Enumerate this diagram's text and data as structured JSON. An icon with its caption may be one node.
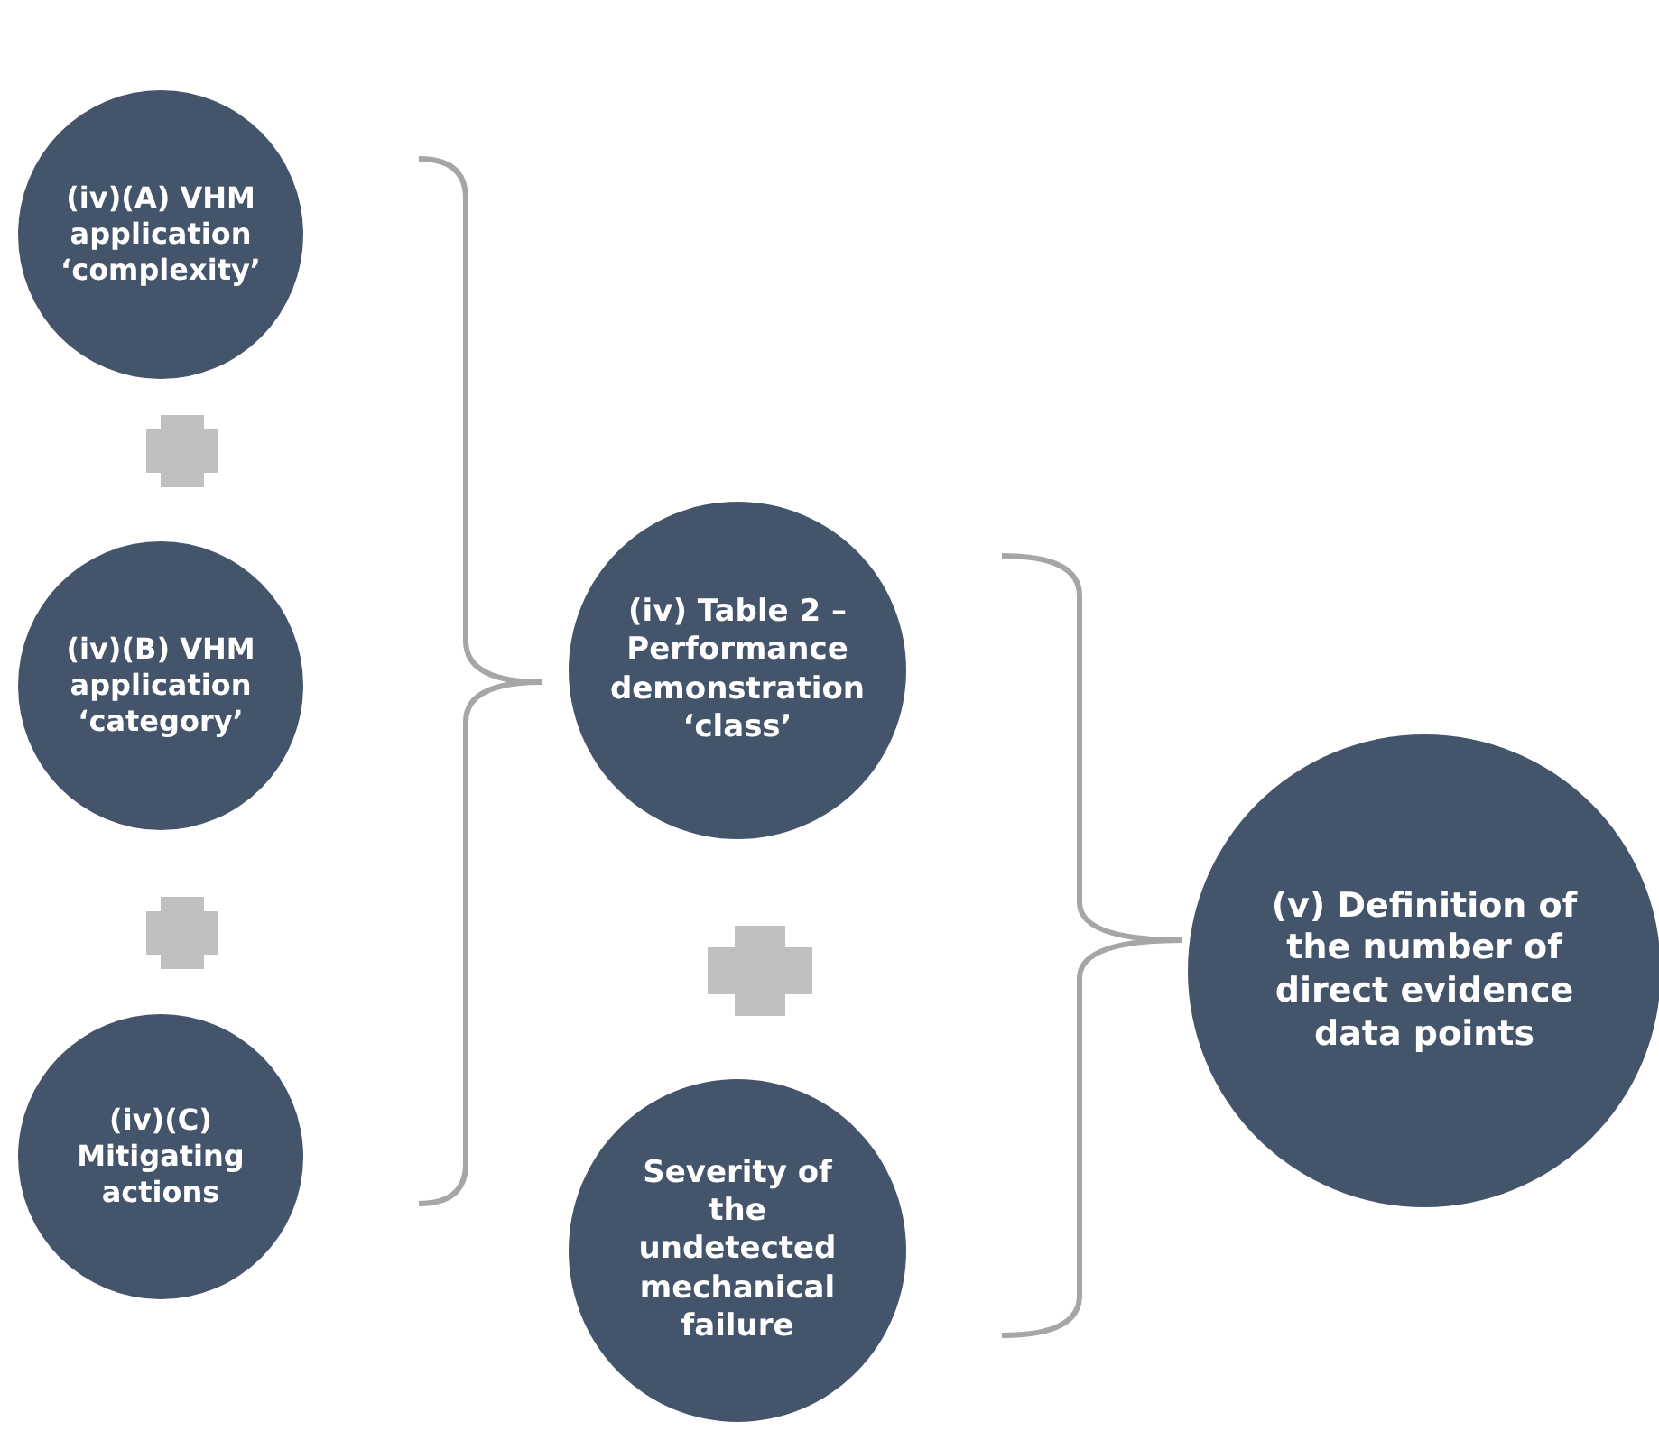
{
  "diagram": {
    "nodes": [
      {
        "text": [
          "(iv)(A) VHM application ‘complexity’"
        ]
      },
      {
        "text": [
          "(iv)(B) VHM application ‘category’"
        ]
      },
      {
        "text": [
          "(iv)(C) Mitigating actions"
        ]
      },
      {
        "text": [
          "(iv) Table 2 – Performance demonstration ‘class’"
        ]
      },
      {
        "text": [
          "Severity of the undetected mechanical failure"
        ]
      },
      {
        "text": [
          "(v) Definition of the number of direct evidence data points"
        ]
      }
    ]
  }
}
